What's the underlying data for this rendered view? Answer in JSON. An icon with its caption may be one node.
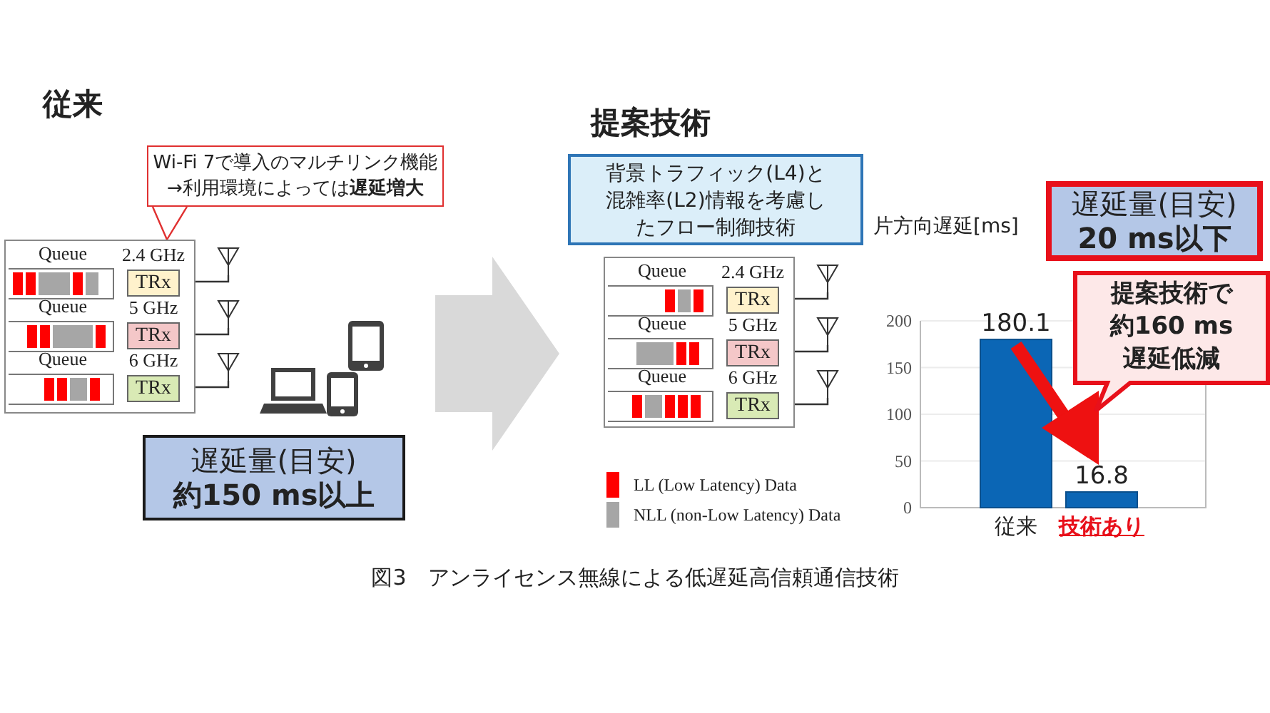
{
  "diagram": {
    "caption": "図3　アンライセンス無線による低遅延高信頼通信技術",
    "nodes": [
      {
        "text": [
          "Wi-Fi 7で導入のマルチリンク機能→利用環境によっては**遅延増大**"
        ]
      },
      {
        "text": [],
        "shape": "box"
      },
      {
        "text": [
          "Queue"
        ],
        "in": 1
      },
      {
        "text": [
          "TRx"
        ],
        "in": 1,
        "beside": [
          "2.4 GHz"
        ]
      },
      {
        "text": [
          "Queue"
        ],
        "in": 1
      },
      {
        "text": [
          "TRx"
        ],
        "in": 1,
        "beside": [
          "5 GHz"
        ]
      },
      {
        "text": [
          "Queue"
        ],
        "in": 1
      },
      {
        "text": [
          "TRx"
        ],
        "in": 1,
        "beside": [
          "6 GHz"
        ]
      },
      {
        "text": [],
        "shape": "antenna"
      },
      {
        "text": [],
        "shape": "antenna"
      },
      {
        "text": [],
        "shape": "antenna"
      },
      {
        "text": [
          "遅延量(目安)",
          "約150 ms以上"
        ]
      },
      {
        "text": [
          "背景トラフィック(L4)と混雑率(L2)情報を考慮したフロー制御技術"
        ]
      },
      {
        "text": [],
        "shape": "box"
      },
      {
        "text": [
          "Queue"
        ],
        "in": 13
      },
      {
        "text": [
          "TRx"
        ],
        "in": 13,
        "beside": [
          "2.4 GHz"
        ]
      },
      {
        "text": [
          "Queue"
        ],
        "in": 13
      },
      {
        "text": [
          "TRx"
        ],
        "in": 13,
        "beside": [
          "5 GHz"
        ]
      },
      {
        "text": [
          "Queue"
        ],
        "in": 13
      },
      {
        "text": [
          "TRx"
        ],
        "in": 13,
        "beside": [
          "6 GHz"
        ]
      },
      {
        "text": [],
        "shape": "antenna"
      },
      {
        "text": [],
        "shape": "antenna"
      },
      {
        "text": [],
        "shape": "antenna"
      },
      {
        "text": [
          "遅延量(目安)",
          "20 ms以下"
        ]
      },
      {
        "text": [
          "提案技術で約160 ms遅延低減"
        ]
      }
    ],
    "edges": [
      {
        "from": 0,
        "to": 1,
        "arrow": "none",
        "color": "#e03030"
      },
      {
        "from": 3,
        "to": 8,
        "arrow": "none"
      },
      {
        "from": 5,
        "to": 9,
        "arrow": "none"
      },
      {
        "from": 7,
        "to": 10,
        "arrow": "none"
      },
      {
        "from": 15,
        "to": 20,
        "arrow": "none"
      },
      {
        "from": 17,
        "to": 21,
        "arrow": "none"
      },
      {
        "from": 19,
        "to": 22,
        "arrow": "none"
      }
    ],
    "labels": [
      "従来",
      "提案技術"
    ],
    "legend": [
      {
        "text": "LL (Low Latency) Data",
        "color": "#ff0000"
      },
      {
        "text": "NLL (non-Low Latency) Data",
        "color": "#a6a6a6"
      }
    ],
    "chart_data": {
      "type": "bar",
      "ylabel": "片方向遅延[ms]",
      "categories": [
        "従来",
        "技術あり"
      ],
      "values": [
        180.1,
        16.8
      ],
      "ylim": [
        0,
        200
      ],
      "yticks": [
        0,
        50,
        100,
        150,
        200
      ],
      "data_labels": true,
      "grid": true
    }
  }
}
